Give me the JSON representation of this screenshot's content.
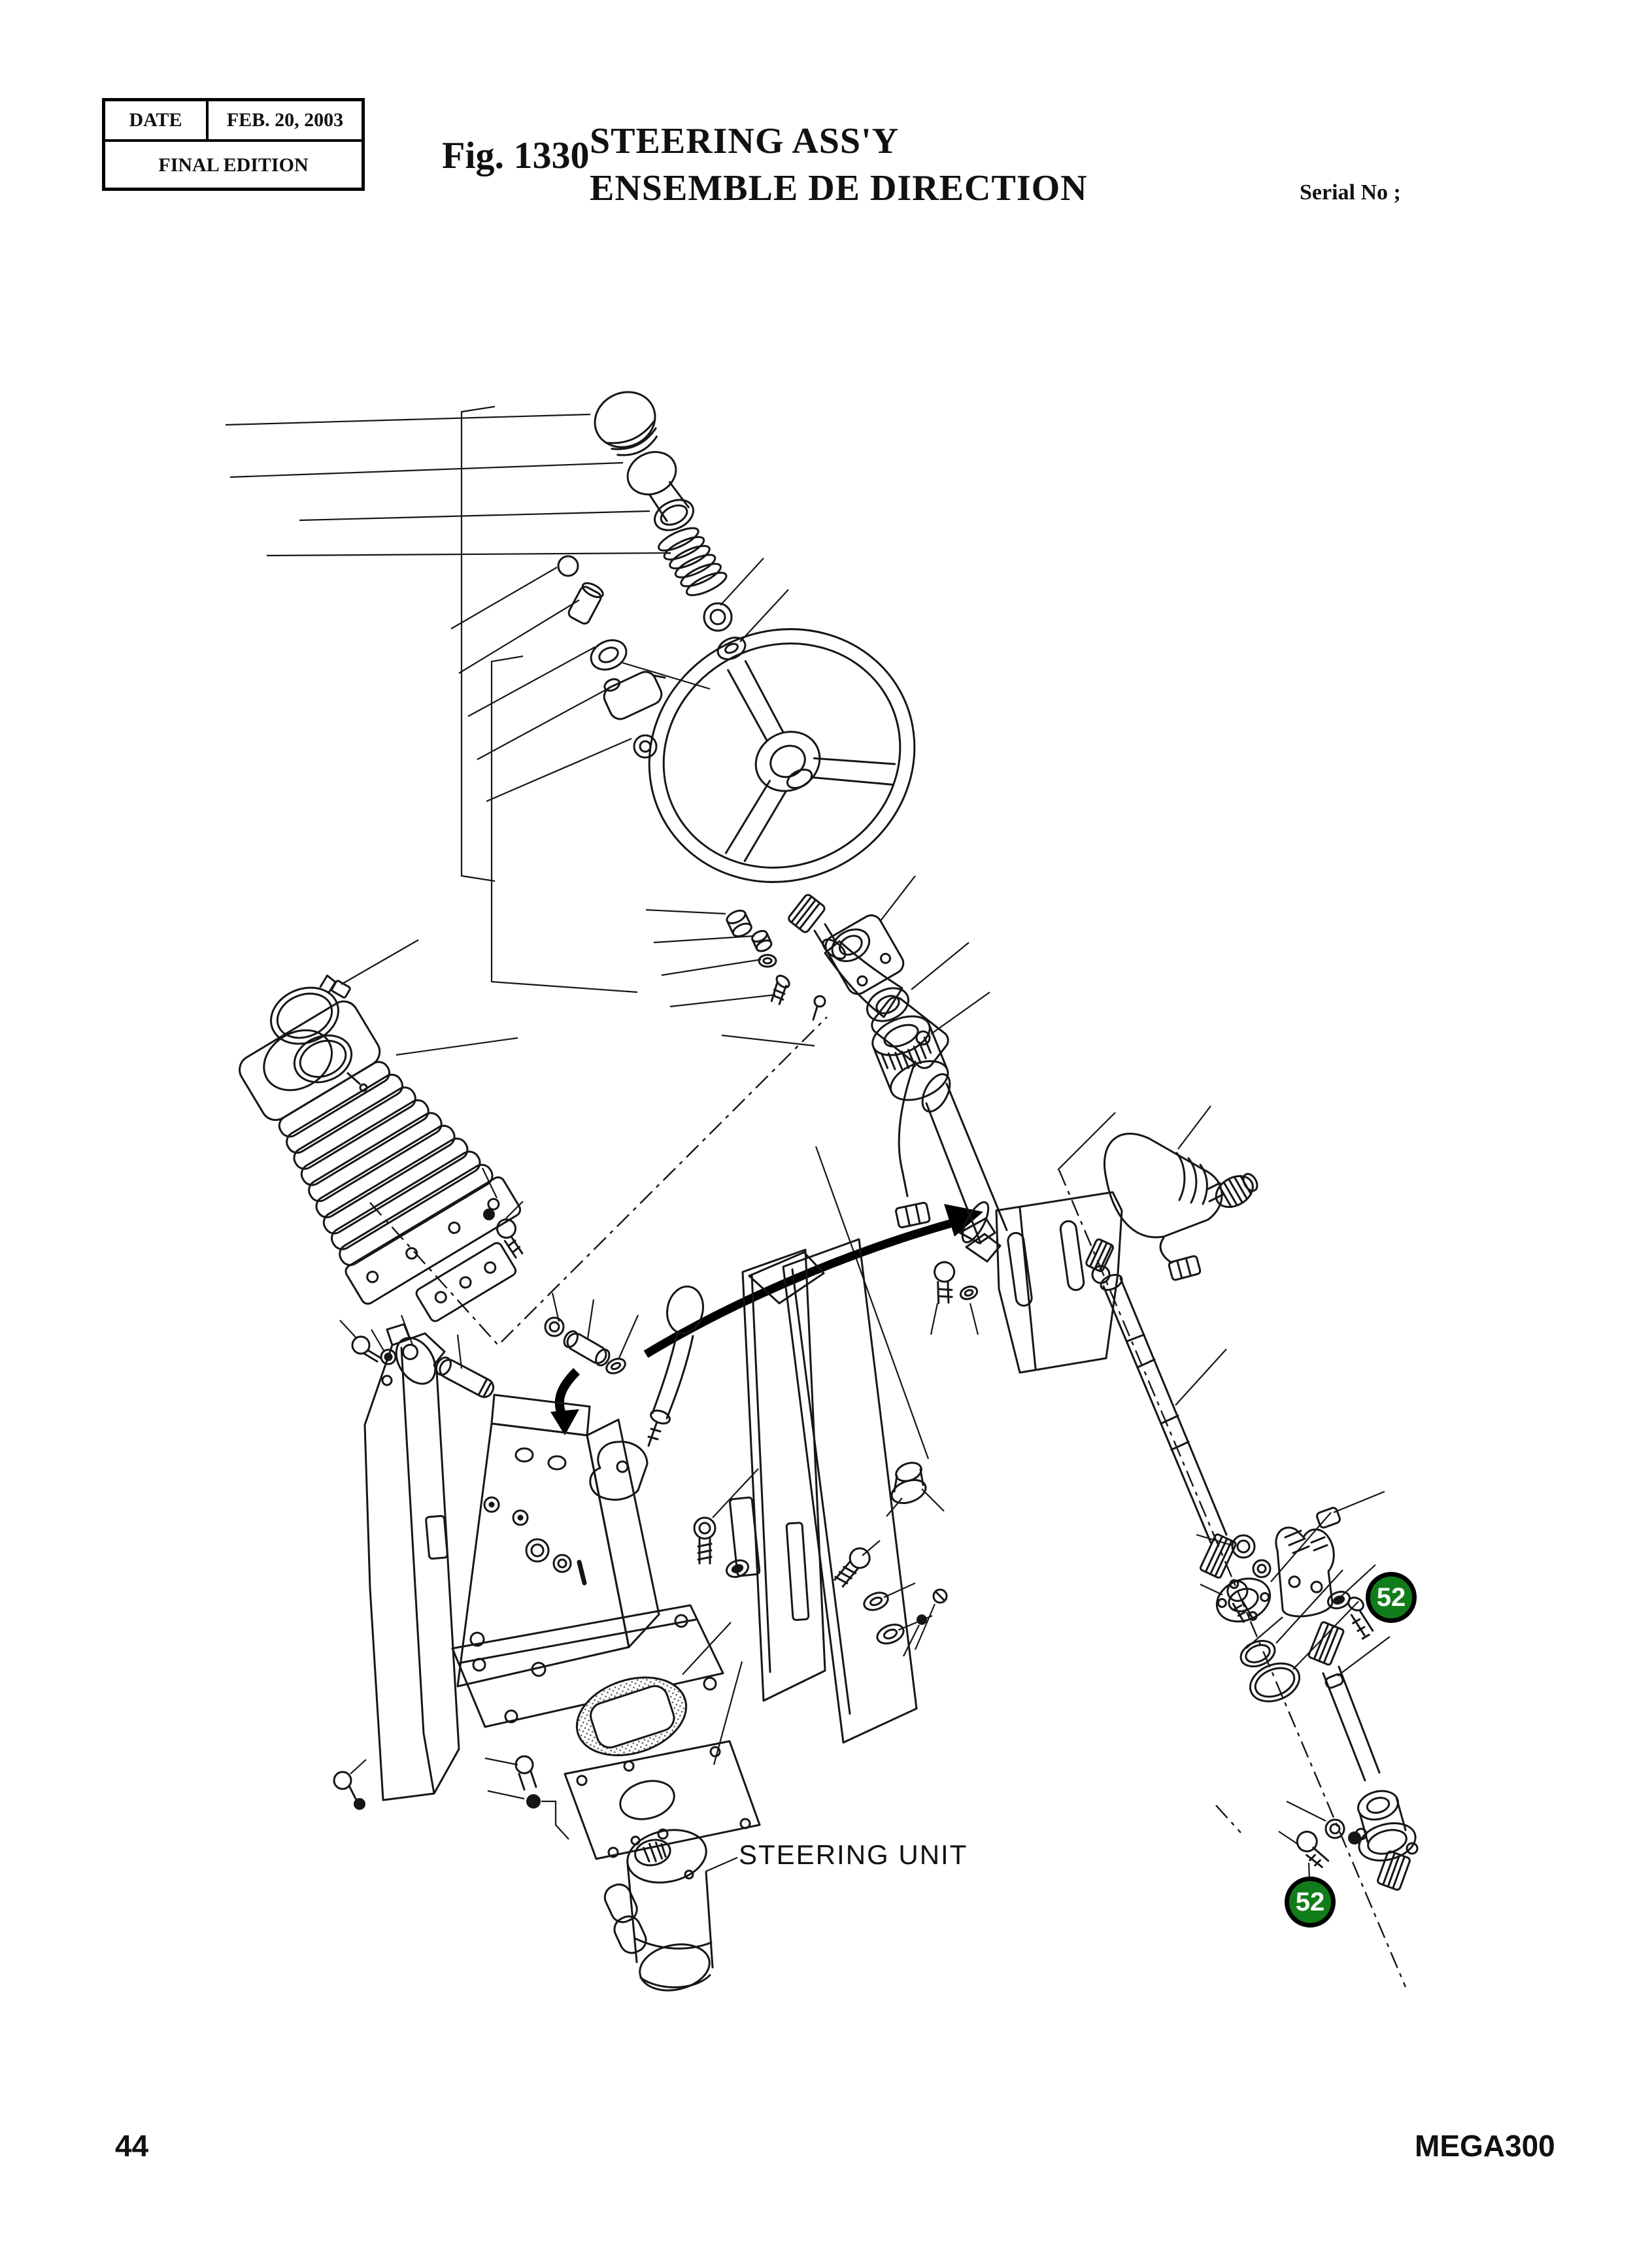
{
  "page": {
    "header": {
      "date_label": "DATE",
      "date_value": "FEB. 20, 2003",
      "edition": "FINAL EDITION",
      "figure_label": "Fig. 1330",
      "title_en": "STEERING ASS'Y",
      "title_fr": "ENSEMBLE DE DIRECTION",
      "serial_label": "Serial No ;"
    },
    "diagram": {
      "steering_unit_label": "STEERING UNIT",
      "callouts": [
        {
          "value": "52"
        },
        {
          "value": "52"
        }
      ]
    },
    "footer": {
      "page_number": "44",
      "model": "MEGA300"
    },
    "colors": {
      "badge_green": "#117d1a",
      "ink": "#161616",
      "paper": "#ffffff"
    }
  }
}
